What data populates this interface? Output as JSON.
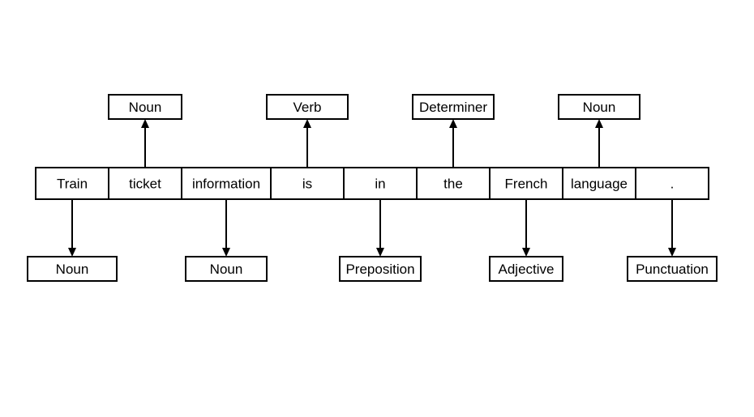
{
  "tokens": [
    {
      "word": "Train",
      "tag": "Noun",
      "tag_position": "below"
    },
    {
      "word": "ticket",
      "tag": "Noun",
      "tag_position": "above"
    },
    {
      "word": "information",
      "tag": "Noun",
      "tag_position": "below"
    },
    {
      "word": "is",
      "tag": "Verb",
      "tag_position": "above"
    },
    {
      "word": "in",
      "tag": "Preposition",
      "tag_position": "below"
    },
    {
      "word": "the",
      "tag": "Determiner",
      "tag_position": "above"
    },
    {
      "word": "French",
      "tag": "Adjective",
      "tag_position": "below"
    },
    {
      "word": "language",
      "tag": "Noun",
      "tag_position": "above"
    },
    {
      "word": ".",
      "tag": "Punctuation",
      "tag_position": "below"
    }
  ]
}
